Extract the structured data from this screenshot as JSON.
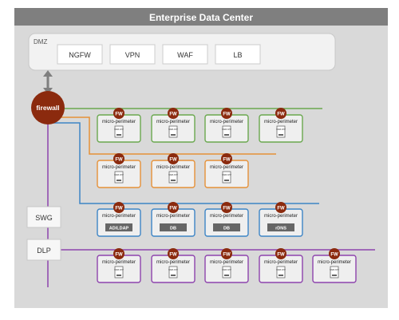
{
  "title": "Enterprise Data Center",
  "dmz": {
    "label": "DMZ",
    "items": [
      "NGFW",
      "VPN",
      "WAF",
      "LB"
    ]
  },
  "firewall": {
    "label": "firewall"
  },
  "side_boxes": [
    "SWG",
    "DLP"
  ],
  "micro_perimeter": {
    "label": "micro-perimeter",
    "fw_badge": "FW"
  },
  "rows": [
    {
      "color": "#6aa84f",
      "kind": "app",
      "items": [
        {
          "icon_text": "WEB APP"
        },
        {
          "icon_text": "WEB APP"
        },
        {
          "icon_text": "WEB APP"
        },
        {
          "icon_text": "WEB APP"
        }
      ]
    },
    {
      "color": "#e69138",
      "kind": "app",
      "items": [
        {
          "icon_text": "WEB APP"
        },
        {
          "icon_text": "WEB APP"
        },
        {
          "icon_text": "WEB APP"
        }
      ]
    },
    {
      "color": "#3d85c6",
      "kind": "service",
      "items": [
        {
          "service": "AD/LDAP"
        },
        {
          "service": "DB"
        },
        {
          "service": "DB"
        },
        {
          "service": "rDNS"
        }
      ]
    },
    {
      "color": "#8e44ad",
      "kind": "app",
      "items": [
        {
          "icon_text": "WEB APP"
        },
        {
          "icon_text": "WEB APP"
        },
        {
          "icon_text": "WEB APP"
        },
        {
          "icon_text": "WEB APP"
        },
        {
          "icon_text": "WEB APP"
        }
      ]
    }
  ],
  "colors": {
    "title_bar": "#7f7f7f",
    "panel": "#d9d9d9",
    "dmz_box": "#f2f2f2",
    "firewall": "#8b2a0e",
    "connector": "#7f7f7f",
    "node_fill": "#efefef"
  }
}
